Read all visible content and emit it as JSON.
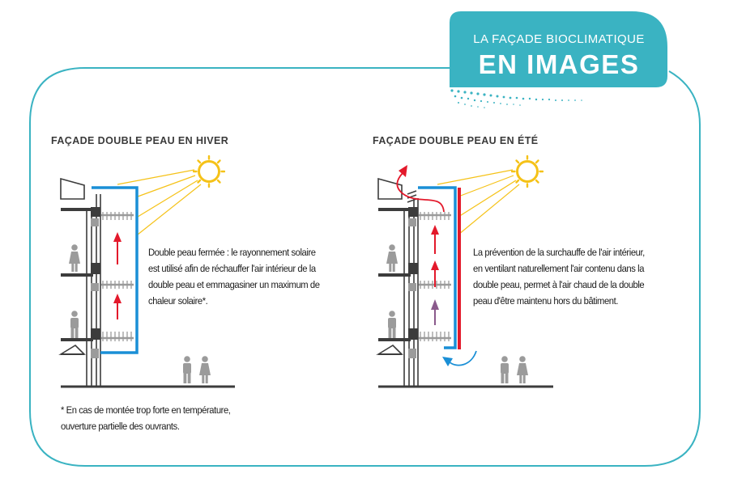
{
  "badge": {
    "line1": "LA FAÇADE BIOCLIMATIQUE",
    "line2": "EN IMAGES"
  },
  "winter": {
    "title": "FAÇADE DOUBLE PEAU EN HIVER",
    "text_lines": [
      "Double peau fermée : le rayonnement solaire",
      "est utilisé afin de réchauffer l'air intérieur de la",
      "double peau et emmagasiner un maximum de",
      "chaleur solaire*."
    ],
    "footnote_lines": [
      "* En cas de montée trop forte en température,",
      "ouverture partielle des ouvrants."
    ]
  },
  "summer": {
    "title": "FAÇADE DOUBLE PEAU EN ÉTÉ",
    "text_lines": [
      "La prévention de la surchauffe de l'air intérieur,",
      "en ventilant naturellement l'air contenu dans la",
      "double peau, permet à l'air chaud de la double",
      "peau d'être maintenu hors du bâtiment."
    ]
  },
  "colors": {
    "teal": "#3ab3c2",
    "skin_blue": "#1a8fd6",
    "hot_red": "#e3192b",
    "sun": "#f5c218",
    "grey": "#9b9b9b",
    "dark": "#3c3c3c"
  }
}
